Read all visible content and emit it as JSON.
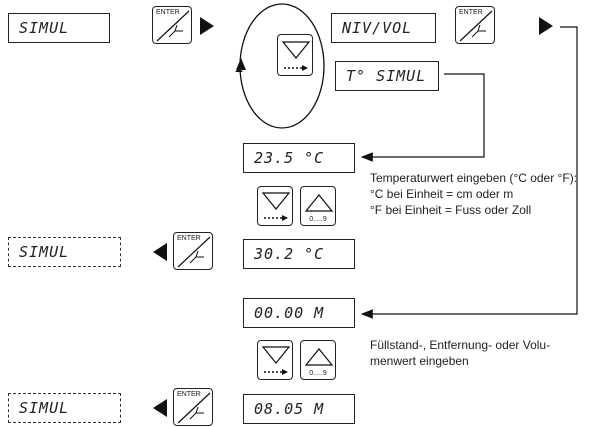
{
  "displays": {
    "simul_top": "SIMUL",
    "niv_vol": "NIV/VOL",
    "t_simul": "T° SIMUL",
    "temp_value": "23.5 °C",
    "simul_mid": "SIMUL",
    "temp_set": "30.2 °C",
    "level_value": "00.00 M",
    "simul_bottom": "SIMUL",
    "level_set": "08.05 M"
  },
  "keys": {
    "enter_label": "ENTER",
    "range_label": "0.....9"
  },
  "notes": {
    "temp_line1": "Temperaturwert eingeben (°C oder °F):",
    "temp_line2": "°C bei Einheit = cm oder m",
    "temp_line3": "°F bei Einheit = Fuss oder Zoll",
    "level_line1": "Füllstand-, Entfernung- oder Volu-",
    "level_line2": "menwert eingeben"
  },
  "icons": {
    "enter": "enter-hand-icon",
    "down": "down-triangle-icon",
    "up": "up-triangle-icon",
    "next": "arrow-right-icon",
    "back": "arrow-left-icon"
  }
}
